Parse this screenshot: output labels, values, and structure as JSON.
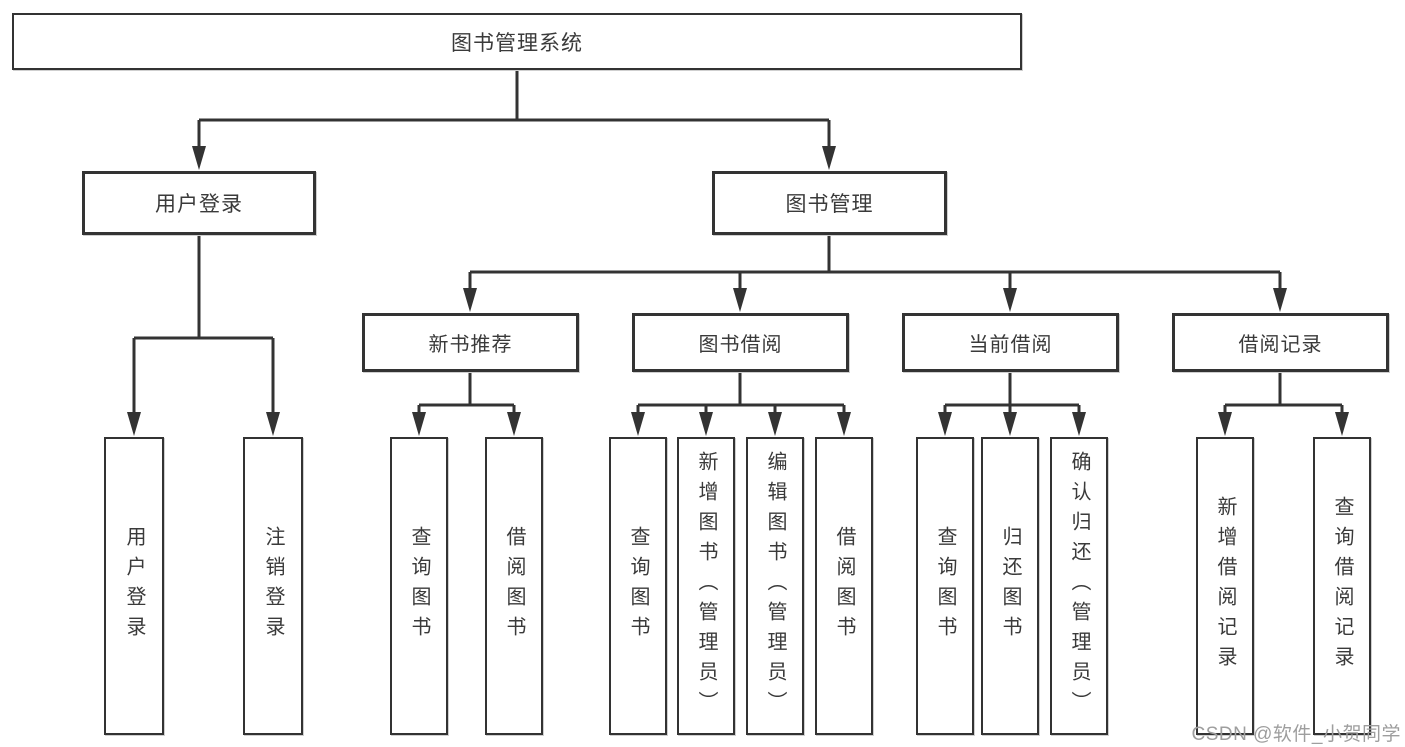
{
  "colors": {
    "line": "#333333",
    "node_border": "#333333",
    "text": "#3a3a3a",
    "watermark": "#9e9e9e",
    "background": "#ffffff"
  },
  "watermark": "CSDN @软件_小贺同学",
  "diagram": {
    "root": {
      "label": "图书管理系统"
    },
    "level2": [
      {
        "label": "用户登录"
      },
      {
        "label": "图书管理"
      }
    ],
    "level3": [
      {
        "label": "新书推荐"
      },
      {
        "label": "图书借阅"
      },
      {
        "label": "当前借阅"
      },
      {
        "label": "借阅记录"
      }
    ],
    "leaves": {
      "user_login": [
        {
          "label": "用户登录"
        },
        {
          "label": "注销登录"
        }
      ],
      "new_book_recommend": [
        {
          "label": "查询图书"
        },
        {
          "label": "借阅图书"
        }
      ],
      "book_borrowing": [
        {
          "label": "查询图书"
        },
        {
          "label": "新增图书（管理员）"
        },
        {
          "label": "编辑图书（管理员）"
        },
        {
          "label": "借阅图书"
        }
      ],
      "current_borrowing": [
        {
          "label": "查询图书"
        },
        {
          "label": "归还图书"
        },
        {
          "label": "确认归还（管理员）"
        }
      ],
      "borrowing_records": [
        {
          "label": "新增借阅记录"
        },
        {
          "label": "查询借阅记录"
        }
      ]
    }
  }
}
